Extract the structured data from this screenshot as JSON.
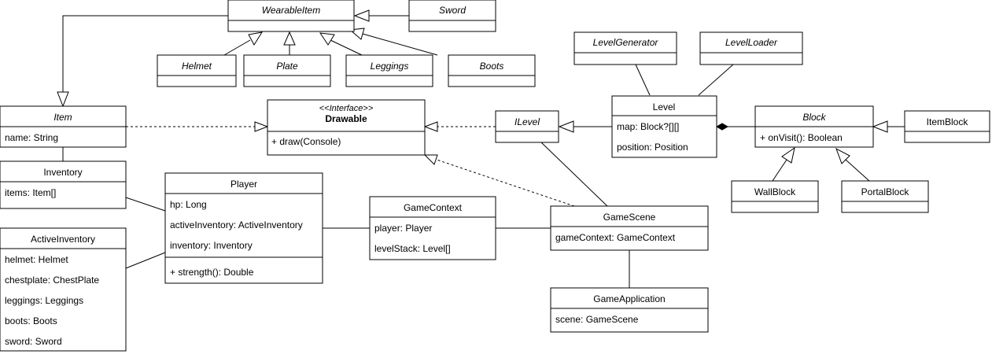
{
  "classes": {
    "wearable_item": {
      "name": "WearableItem"
    },
    "sword": {
      "name": "Sword"
    },
    "helmet": {
      "name": "Helmet"
    },
    "plate": {
      "name": "Plate"
    },
    "leggings": {
      "name": "Leggings"
    },
    "boots": {
      "name": "Boots"
    },
    "item": {
      "name": "Item",
      "attrs": [
        "name: String"
      ]
    },
    "drawable": {
      "stereotype": "<<Interface>>",
      "name": "Drawable",
      "methods": [
        "+ draw(Console)"
      ]
    },
    "ilevel": {
      "name": "ILevel"
    },
    "level_generator": {
      "name": "LevelGenerator"
    },
    "level_loader": {
      "name": "LevelLoader"
    },
    "level": {
      "name": "Level",
      "attrs": [
        "map: Block?[][]",
        "position: Position"
      ]
    },
    "block": {
      "name": "Block",
      "methods": [
        "+ onVisit(): Boolean"
      ]
    },
    "item_block": {
      "name": "ItemBlock"
    },
    "wall_block": {
      "name": "WallBlock"
    },
    "portal_block": {
      "name": "PortalBlock"
    },
    "inventory": {
      "name": "Inventory",
      "attrs": [
        "items: Item[]"
      ]
    },
    "player": {
      "name": "Player",
      "attrs": [
        "hp: Long",
        "activeInventory: ActiveInventory",
        "inventory: Inventory"
      ],
      "methods": [
        "+ strength(): Double"
      ]
    },
    "game_context": {
      "name": "GameContext",
      "attrs": [
        "player: Player",
        "levelStack: Level[]"
      ]
    },
    "game_scene": {
      "name": "GameScene",
      "attrs": [
        "gameContext: GameContext"
      ]
    },
    "game_application": {
      "name": "GameApplication",
      "attrs": [
        "scene: GameScene"
      ]
    },
    "active_inventory": {
      "name": "ActiveInventory",
      "attrs": [
        "helmet: Helmet",
        "chestplate: ChestPlate",
        "leggings: Leggings",
        "boots: Boots",
        "sword: Sword"
      ]
    }
  }
}
